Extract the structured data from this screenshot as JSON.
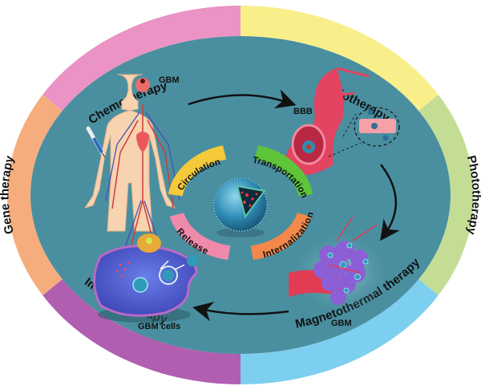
{
  "diagram": {
    "ring_segments": [
      {
        "id": "chemotherapy",
        "label": "Chemotherapy",
        "color": "#ea93c4"
      },
      {
        "id": "radiotherapy",
        "label": "Radiotherapy",
        "color": "#f9ef8a"
      },
      {
        "id": "phototherapy",
        "label": "Phototherapy",
        "color": "#c4dd94"
      },
      {
        "id": "magnetothermal",
        "label": "Magnetothermal therapy",
        "color": "#7dcfef"
      },
      {
        "id": "immunotherapy",
        "label": "Immunotherapy",
        "color": "#b05fb0"
      },
      {
        "id": "gene",
        "label": "Gene therapy",
        "color": "#f6ad7e"
      }
    ],
    "core_color": "#4a8fa0",
    "center_process": [
      {
        "id": "circulation",
        "label": "Circulation",
        "color": "#f4c93a"
      },
      {
        "id": "transportation",
        "label": "Transportation",
        "color": "#5ec43a"
      },
      {
        "id": "internalization",
        "label": "Internalization",
        "color": "#f2884a"
      },
      {
        "id": "release",
        "label": "Release",
        "color": "#f08aab"
      }
    ],
    "stages": {
      "body_gbm": "GBM",
      "bbb": "BBB",
      "tumor_gbm": "GBM",
      "gbm_cells": "GBM cells"
    },
    "illustrations": {
      "human_body": "human-circulatory-system",
      "syringe": "syringe",
      "blood_vessel": "blood-brain-barrier-vessel",
      "tumor": "glioblastoma-tumor",
      "cell": "gbm-cell",
      "nanoparticle": "liposome-nanoparticle"
    }
  }
}
